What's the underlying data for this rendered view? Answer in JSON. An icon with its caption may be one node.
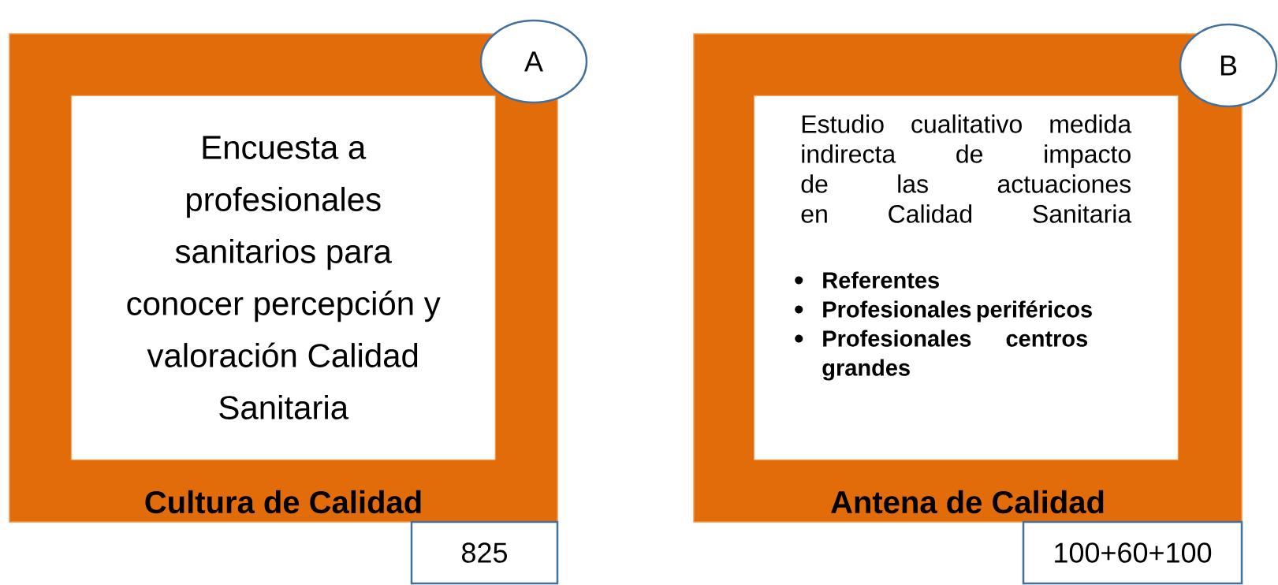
{
  "diagram": {
    "nodes": [
      {
        "text": [
          "Cultura de Calidad"
        ]
      },
      {
        "text": [
          "Encuesta a profesionales sanitarios para conocer percepción y valoración Calidad Sanitaria"
        ],
        "in": 0
      },
      {
        "text": [
          "A"
        ]
      },
      {
        "text": [
          "825"
        ]
      },
      {
        "text": [
          "Antena de Calidad"
        ]
      },
      {
        "text": [
          "Estudio cualitativo medida indirecta de impacto de las actuaciones en Calidad Sanitaria",
          "Referentes",
          "Profesionales periféricos",
          "Profesionales centros grandes"
        ],
        "in": 4
      },
      {
        "text": [
          "B"
        ]
      },
      {
        "text": [
          "100+60+100"
        ]
      }
    ]
  }
}
